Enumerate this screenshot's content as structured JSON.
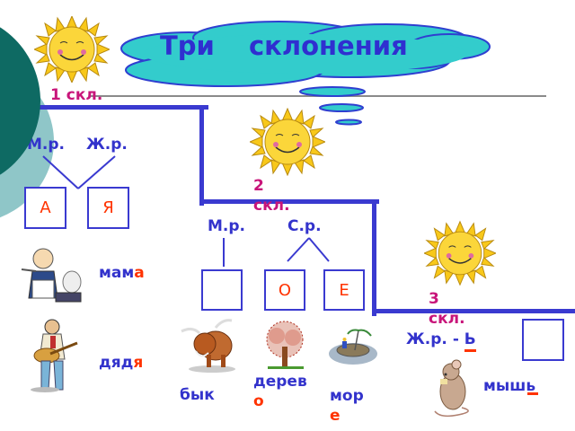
{
  "title": {
    "word1": "Три",
    "word2": "склонения"
  },
  "colors": {
    "blue_text": "#3333cc",
    "magenta_text": "#c8157a",
    "red_letter": "#ff3300",
    "structure_blue": "#3a3ad0",
    "cloud_fill": "#33cccc"
  },
  "declension1": {
    "label": "1 скл.",
    "genders": [
      "М.р.",
      "Ж.р."
    ],
    "endings": [
      "А",
      "Я"
    ],
    "examples": [
      {
        "stem": "мам",
        "ending": "а",
        "icon": "woman-cooking-icon"
      },
      {
        "stem": "дяд",
        "ending": "я",
        "icon": "man-guitar-icon"
      }
    ]
  },
  "declension2": {
    "label_num": "2",
    "label_text": "скл.",
    "genders": [
      "М.р.",
      "С.р."
    ],
    "endings": [
      "",
      "О",
      "Е"
    ],
    "examples": [
      {
        "stem": "бык",
        "ending": "",
        "icon": "bull-icon"
      },
      {
        "stem": "дерев",
        "ending": "о",
        "icon": "tree-icon"
      },
      {
        "stem": "мор",
        "ending": "е",
        "icon": "island-sea-icon"
      }
    ]
  },
  "declension3": {
    "label_num": "3",
    "label_text": "скл.",
    "gender_rule": "Ж.р. - ",
    "rule_ending": "Ь",
    "ending_box": "",
    "example": {
      "word": "мышь",
      "icon": "mouse-icon"
    }
  }
}
